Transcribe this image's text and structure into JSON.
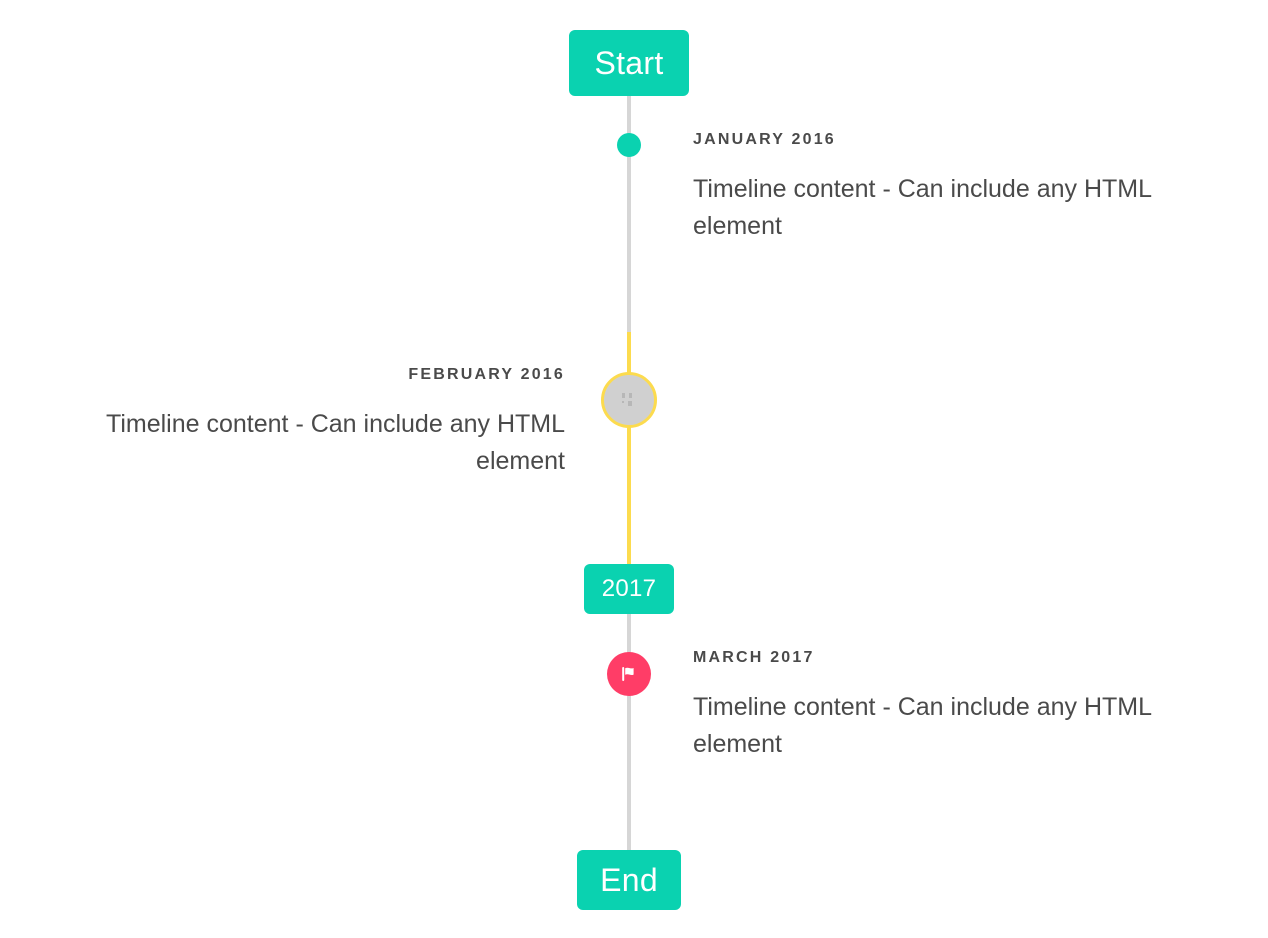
{
  "timeline": {
    "start_badge": {
      "label": "Start"
    },
    "year_badge": {
      "label": "2017"
    },
    "end_badge": {
      "label": "End"
    },
    "colors": {
      "accent_teal": "#0ad2b0",
      "accent_yellow": "#fcdb4e",
      "accent_pink": "#ff3d67",
      "line_grey": "#d6d6d6",
      "marker_grey": "#d0d0d0",
      "text": "#4a4a4a",
      "background": "#ffffff"
    },
    "entries": [
      {
        "date": "January 2016",
        "body": "Timeline content - Can include any HTML element",
        "side": "right",
        "marker": "dot-icon"
      },
      {
        "date": "February 2016",
        "body": "Timeline content - Can include any HTML element",
        "side": "left",
        "marker": "image-placeholder-icon"
      },
      {
        "date": "March 2017",
        "body": "Timeline content - Can include any HTML element",
        "side": "right",
        "marker": "flag-icon"
      }
    ]
  }
}
